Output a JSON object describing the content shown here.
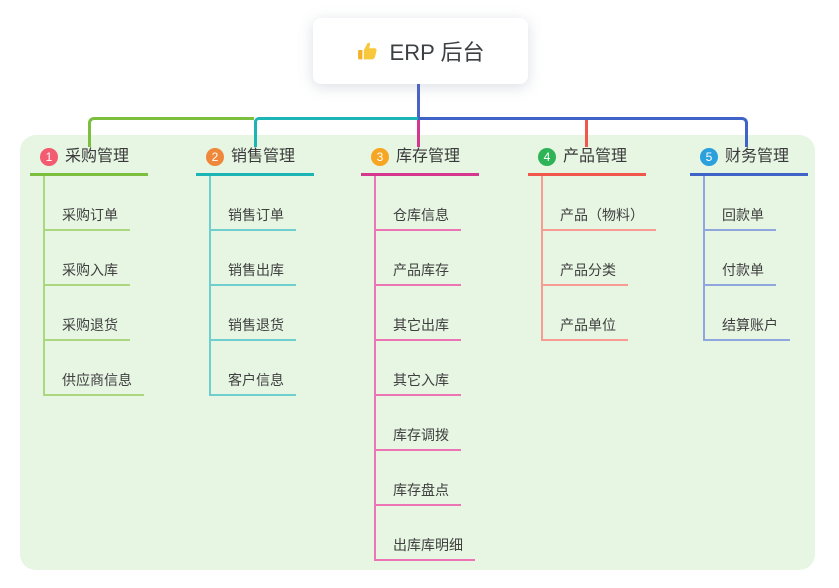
{
  "root": {
    "label": "ERP 后台",
    "icon": "thumbs-up-icon"
  },
  "branches": [
    {
      "number": "1",
      "title": "采购管理",
      "line_color": "#7cbe3e",
      "item_line_color": "#abd77f",
      "badge_color": "#f25b70",
      "items": [
        "采购订单",
        "采购入库",
        "采购退货",
        "供应商信息"
      ]
    },
    {
      "number": "2",
      "title": "销售管理",
      "line_color": "#1cb4b4",
      "item_line_color": "#6fcfcf",
      "badge_color": "#f0883b",
      "items": [
        "销售订单",
        "销售出库",
        "销售退货",
        "客户信息"
      ]
    },
    {
      "number": "3",
      "title": "库存管理",
      "line_color": "#d5378f",
      "item_line_color": "#ec74b4",
      "badge_color": "#f6a623",
      "items": [
        "仓库信息",
        "产品库存",
        "其它出库",
        "其它入库",
        "库存调拨",
        "库存盘点",
        "出库库明细"
      ]
    },
    {
      "number": "4",
      "title": "产品管理",
      "line_color": "#f2574e",
      "item_line_color": "#f79b93",
      "badge_color": "#2eb457",
      "items": [
        "产品（物料）",
        "产品分类",
        "产品单位"
      ]
    },
    {
      "number": "5",
      "title": "财务管理",
      "line_color": "#3f63c6",
      "item_line_color": "#8fa7de",
      "badge_color": "#2aa0dc",
      "items": [
        "回款单",
        "付款单",
        "结算账户"
      ]
    }
  ],
  "colors": {
    "panel_background": "#e7f5e3",
    "root_stem": "#4a63c8",
    "root_text": "#3c4043"
  }
}
